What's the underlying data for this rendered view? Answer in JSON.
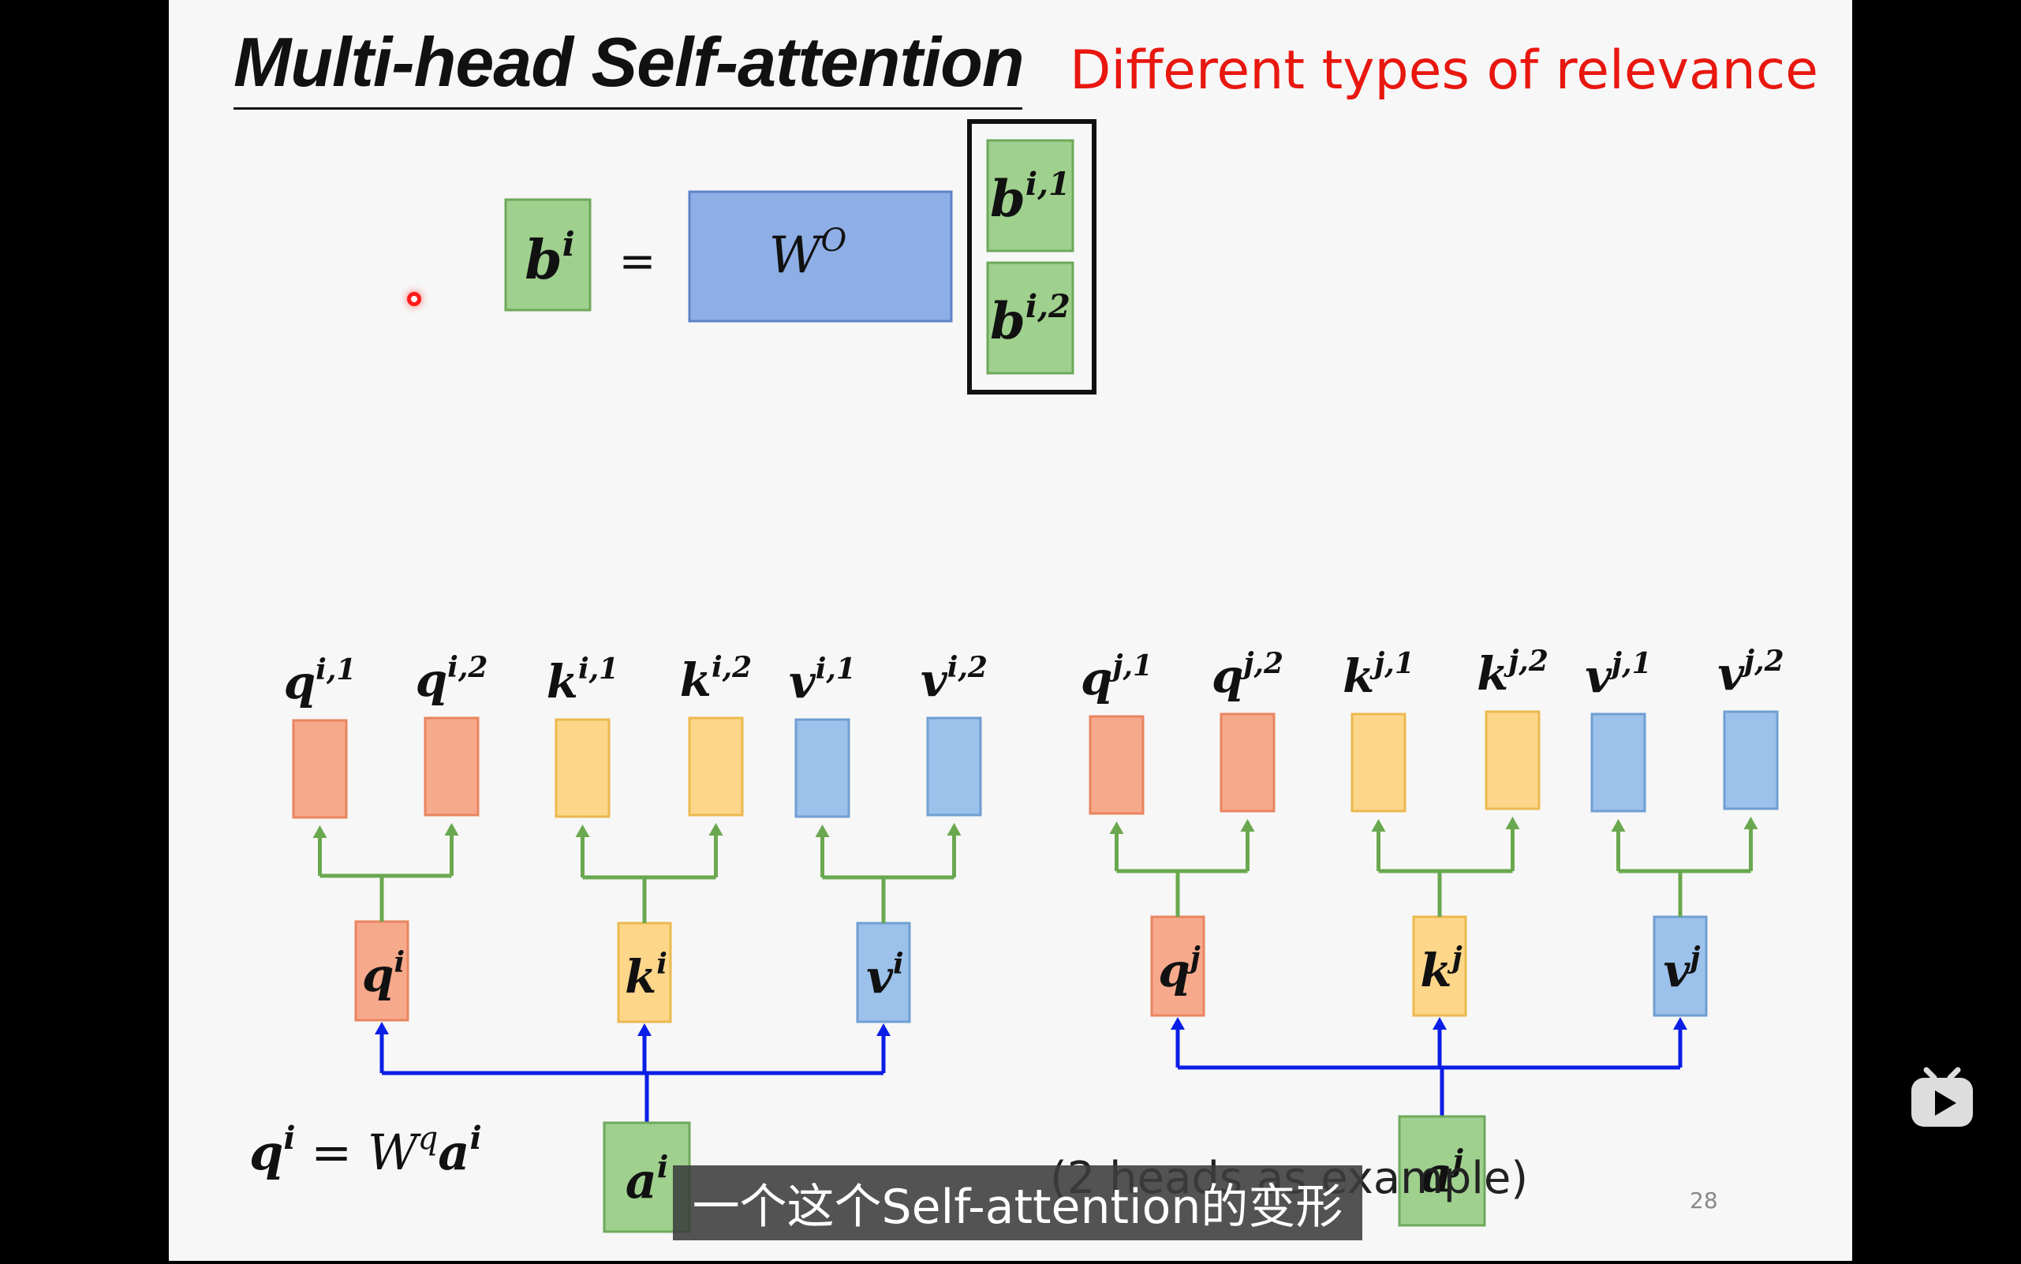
{
  "slide": {
    "title": "Multi-head Self-attention",
    "subtitle": "Different types of relevance",
    "page_number": "28",
    "caption": "(2 heads as example)"
  },
  "top_equation": {
    "lhs": {
      "base": "b",
      "sup": "i"
    },
    "equals": "=",
    "matrix": {
      "base": "W",
      "sup": "O"
    },
    "stack": [
      {
        "base": "b",
        "sup": "i,1"
      },
      {
        "base": "b",
        "sup": "i,2"
      }
    ]
  },
  "formula": {
    "lhs": {
      "base": "q",
      "sup": "i"
    },
    "equals": "=",
    "weight": {
      "base": "W",
      "sup": "q"
    },
    "input": {
      "base": "a",
      "sup": "i"
    }
  },
  "groups": [
    {
      "input": {
        "base": "a",
        "sup": "i"
      },
      "projections": [
        {
          "base": "q",
          "sup": "i",
          "heads": [
            {
              "base": "q",
              "sup": "i,1"
            },
            {
              "base": "q",
              "sup": "i,2"
            }
          ]
        },
        {
          "base": "k",
          "sup": "i",
          "heads": [
            {
              "base": "k",
              "sup": "i,1"
            },
            {
              "base": "k",
              "sup": "i,2"
            }
          ]
        },
        {
          "base": "v",
          "sup": "i",
          "heads": [
            {
              "base": "v",
              "sup": "i,1"
            },
            {
              "base": "v",
              "sup": "i,2"
            }
          ]
        }
      ]
    },
    {
      "input": {
        "base": "a",
        "sup": "j"
      },
      "projections": [
        {
          "base": "q",
          "sup": "j",
          "heads": [
            {
              "base": "q",
              "sup": "j,1"
            },
            {
              "base": "q",
              "sup": "j,2"
            }
          ]
        },
        {
          "base": "k",
          "sup": "j",
          "heads": [
            {
              "base": "k",
              "sup": "j,1"
            },
            {
              "base": "k",
              "sup": "j,2"
            }
          ]
        },
        {
          "base": "v",
          "sup": "j",
          "heads": [
            {
              "base": "v",
              "sup": "j,1"
            },
            {
              "base": "v",
              "sup": "j,2"
            }
          ]
        }
      ]
    }
  ],
  "video_subtitle": "一个这个Self-attention的变形",
  "icons": {
    "play": "play-button-icon",
    "cursor": "cursor-pointer-icon"
  },
  "colors": {
    "q": "#f7a98c",
    "q_stroke": "#e8855f",
    "k": "#fdd68a",
    "k_stroke": "#ebb94f",
    "v": "#9cc1ea",
    "v_stroke": "#6f9fd2",
    "green": "#9fd08e",
    "green_stroke": "#6ea95b",
    "matrix": "#8eaee6",
    "matrix_stroke": "#5d83c8",
    "blue_arrow": "#0b1ee6",
    "green_arrow": "#6aa84f",
    "title_red": "#e8170f"
  }
}
